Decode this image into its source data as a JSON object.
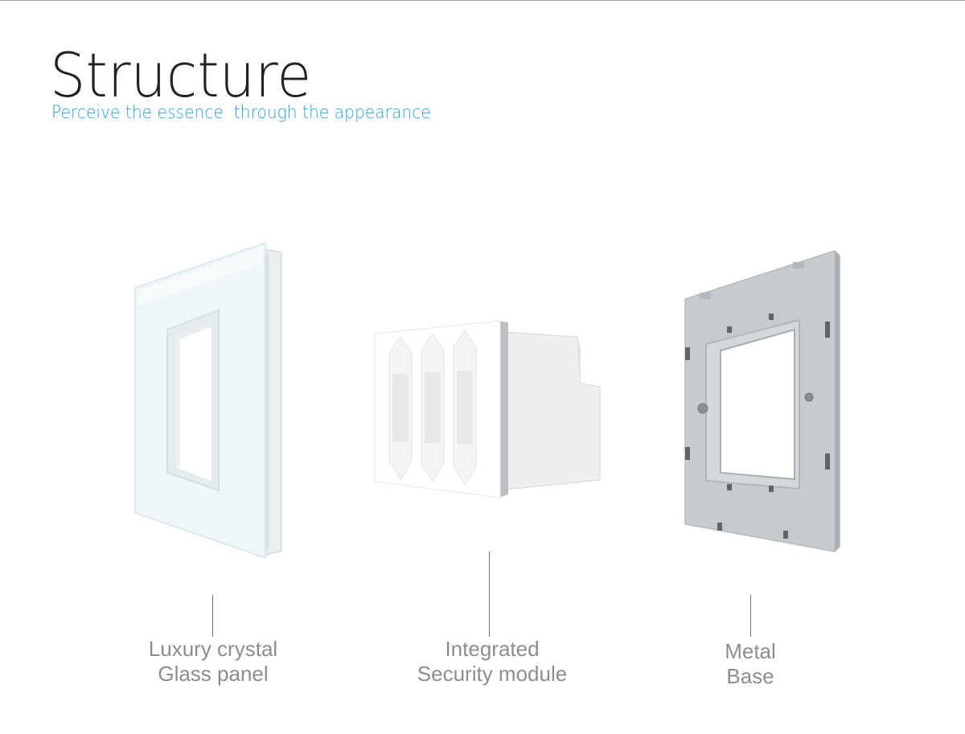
{
  "header": {
    "title": "Structure",
    "subtitle": "Perceive the essence  through the appearance"
  },
  "components": [
    {
      "id": "glass-panel",
      "line1": "Luxury crystal",
      "line2": "Glass panel"
    },
    {
      "id": "security-module",
      "line1": "Integrated",
      "line2": "Security module"
    },
    {
      "id": "metal-base",
      "line1": "Metal",
      "line2": "Base"
    }
  ],
  "colors": {
    "title": "#222222",
    "subtitle": "#2aa3dc",
    "caption": "#8d8d8d",
    "leader_line": "#6f6f6f"
  }
}
